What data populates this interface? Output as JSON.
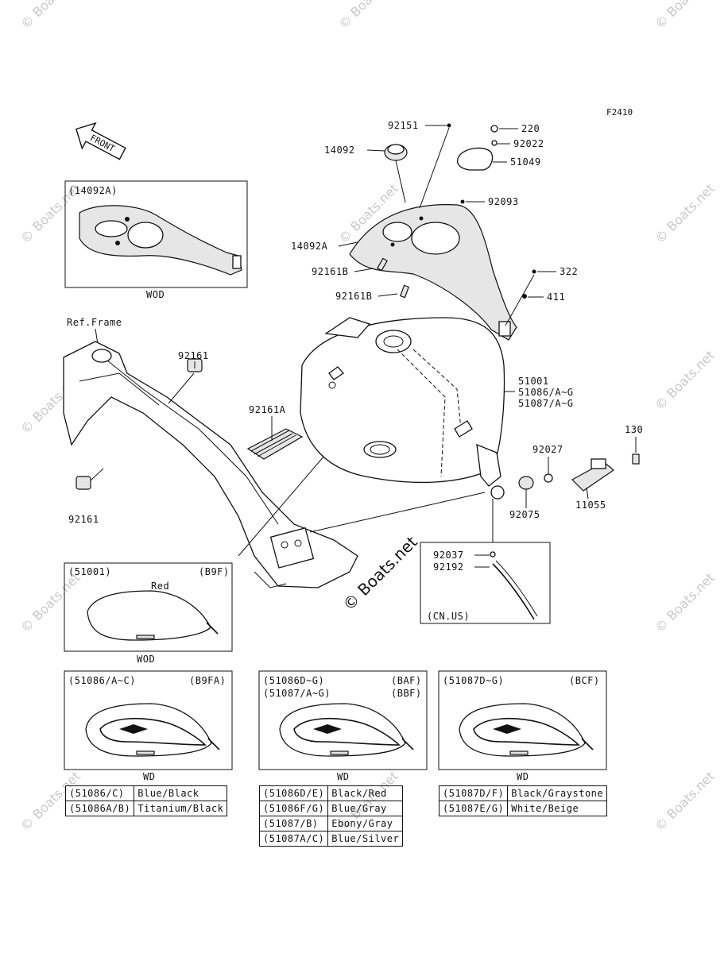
{
  "figure_code": "F2410",
  "front_label": "FRONT",
  "ref_frame": "Ref.Frame",
  "watermark": "© Boats.net",
  "callouts": {
    "c92151": "92151",
    "c220": "220",
    "c92022": "92022",
    "c14092": "14092",
    "c51049": "51049",
    "c92093": "92093",
    "c14092A": "14092A",
    "c92161B_1": "92161B",
    "c92161B_2": "92161B",
    "c322": "322",
    "c411": "411",
    "c92161_top": "92161",
    "c51001": "51001",
    "c51086": "51086/A~G",
    "c51087": "51087/A~G",
    "c92161A": "92161A",
    "c130": "130",
    "c92027": "92027",
    "c92161_bot": "92161",
    "c11055": "11055",
    "c92075": "92075",
    "c92037": "92037",
    "c92192": "92192"
  },
  "inset_cover": {
    "title": "(14092A)",
    "caption": "WOD"
  },
  "inset_cnus": {
    "label": "(CN.US)"
  },
  "inset_51001": {
    "title": "(51001)",
    "code": "(B9F)",
    "color_label": "Red",
    "caption": "WOD"
  },
  "inset_a": {
    "title": "(51086/A~C)",
    "code": "(B9FA)",
    "caption": "WD"
  },
  "inset_b": {
    "title1": "(51086D~G)",
    "code1": "(BAF)",
    "title2": "(51087/A~G)",
    "code2": "(BBF)",
    "caption": "WD"
  },
  "inset_c": {
    "title": "(51087D~G)",
    "code": "(BCF)",
    "caption": "WD"
  },
  "table_a": [
    [
      "(51086/C)",
      "Blue/Black"
    ],
    [
      "(51086A/B)",
      "Titanium/Black"
    ]
  ],
  "table_b": [
    [
      "(51086D/E)",
      "Black/Red"
    ],
    [
      "(51086F/G)",
      "Blue/Gray"
    ],
    [
      "(51087/B)",
      "Ebony/Gray"
    ],
    [
      "(51087A/C)",
      "Blue/Silver"
    ]
  ],
  "table_c": [
    [
      "(51087D/F)",
      "Black/Graystone"
    ],
    [
      "(51087E/G)",
      "White/Beige"
    ]
  ]
}
